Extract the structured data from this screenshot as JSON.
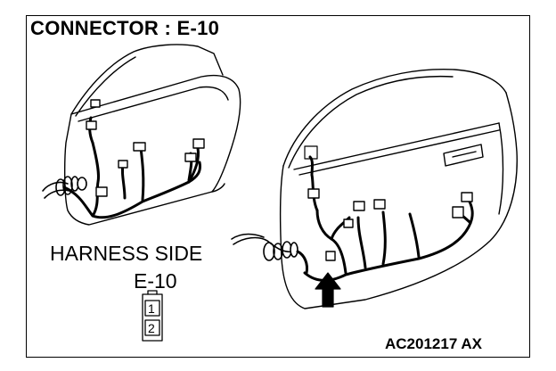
{
  "title": "CONNECTOR : E-10",
  "harness_side_label": "HARNESS SIDE",
  "connector_id": "E-10",
  "pins": [
    "1",
    "2"
  ],
  "figure_code": "AC201217 AX"
}
